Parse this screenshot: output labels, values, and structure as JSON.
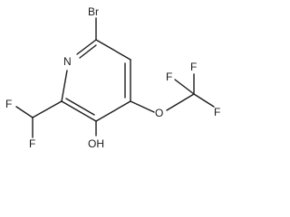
{
  "molecule": {
    "atoms": {
      "br": "Br",
      "n": "N",
      "oh": "OH",
      "o": "O",
      "f1": "F",
      "f2": "F",
      "f3": "F",
      "f4": "F",
      "f5": "F"
    },
    "color": "#1a1a1a"
  }
}
